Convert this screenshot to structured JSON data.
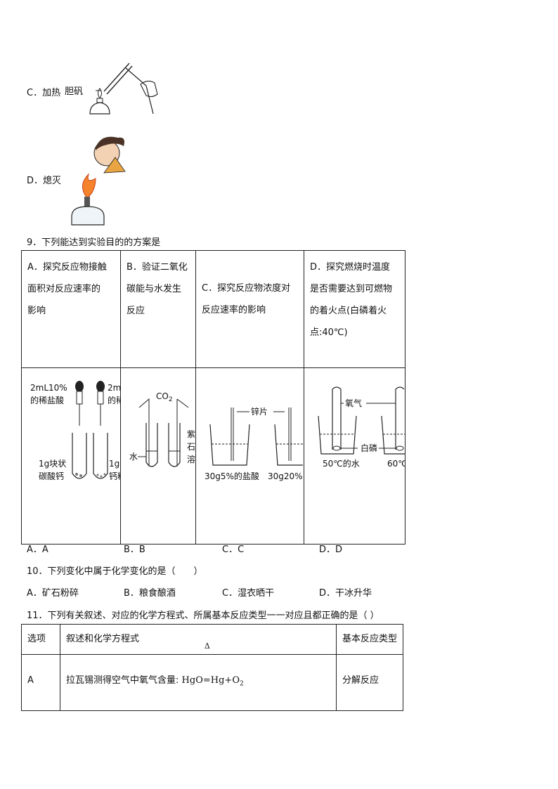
{
  "item_c": {
    "label": "C．加热",
    "substance": "胆矾"
  },
  "item_d": {
    "label": "D．熄灭"
  },
  "q9": {
    "title": "9．下列能达到实验目的的方案是",
    "cells": [
      {
        "line1": "A．探究反应物接触",
        "line2": "面积对反应速率的",
        "line3": "影响"
      },
      {
        "line1": "B．验证二氧化",
        "line2": "碳能与水发生",
        "line3": "反应"
      },
      {
        "line1": "C．探究反应物浓度对",
        "line2": "反应速率的影响"
      },
      {
        "line1": "D．探究燃烧时温度",
        "line2": "是否需要达到可燃物",
        "line3": "的着火点(白磷着火",
        "line4": "点:40℃)"
      }
    ],
    "diagram_a": {
      "left_liquid1": "2mL10%",
      "left_liquid2": "的稀盐酸",
      "right_liquid1": "2m",
      "right_liquid2": "的稀",
      "left_solid1": "1g块状",
      "left_solid2": "碳酸钙",
      "right_solid1": "1g",
      "right_solid2": "钙粉"
    },
    "diagram_b": {
      "gas": "CO",
      "gas_sub": "2",
      "left": "水",
      "right1": "紫",
      "right2": "石",
      "right3": "溶"
    },
    "diagram_c": {
      "metal": "锌片",
      "left": "30g5%的盐酸",
      "right": "30g20%"
    },
    "diagram_d": {
      "gas": "氧气",
      "solid": "白磷",
      "left": "50℃的水",
      "right": "60℃"
    },
    "options": [
      "A．A",
      "B．B",
      "C．C",
      "D．D"
    ]
  },
  "q10": {
    "title": "10．下列变化中属于化学变化的是（　　）",
    "options": [
      "A．矿石粉碎",
      "B．粮食酿酒",
      "C．湿衣晒干",
      "D．干冰升华"
    ]
  },
  "q11": {
    "title": "11．下列有关叙述、对应的化学方程式、所属基本反应类型一一对应且都正确的是（ ）",
    "headers": [
      "选项",
      "叙述和化学方程式",
      "基本反应类型"
    ],
    "rows": [
      {
        "option": "A",
        "text": "拉瓦锡测得空气中氧气含量:",
        "eq_left": "HgO",
        "eq_cond": "Δ",
        "eq_right": "Hg+O",
        "eq_sub": "2",
        "type": "分解反应"
      }
    ]
  }
}
